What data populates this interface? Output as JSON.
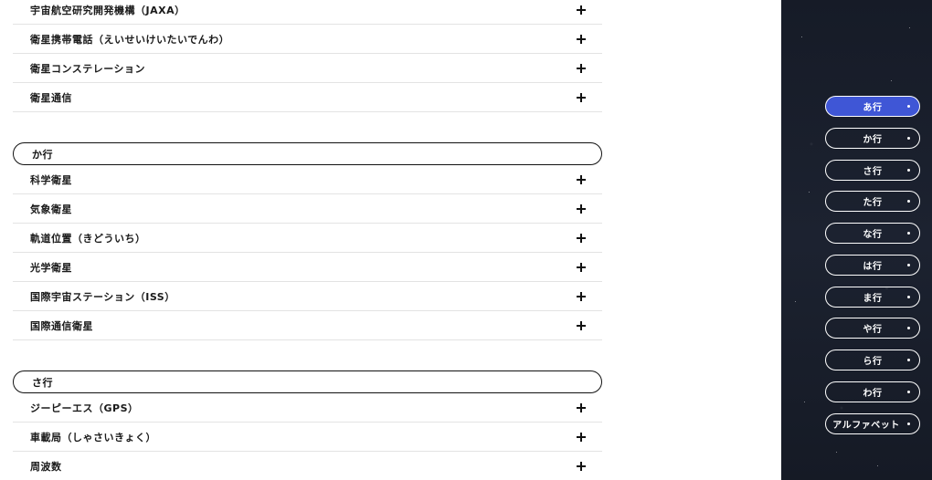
{
  "sections": [
    {
      "heading": "",
      "items": [
        "宇宙航空研究開発機構（JAXA）",
        "衛星携帯電話（えいせいけいたいでんわ）",
        "衛星コンステレーション",
        "衛星通信"
      ]
    },
    {
      "heading": "か行",
      "items": [
        "科学衛星",
        "気象衛星",
        "軌道位置（きどういち）",
        "光学衛星",
        "国際宇宙ステーション（ISS）",
        "国際通信衛星"
      ]
    },
    {
      "heading": "さ行",
      "items": [
        "ジーピーエス（GPS）",
        "車載局（しゃさいきょく）",
        "周波数"
      ]
    }
  ],
  "index_nav": {
    "items": [
      "あ行",
      "か行",
      "さ行",
      "た行",
      "な行",
      "は行",
      "ま行",
      "や行",
      "ら行",
      "わ行",
      "アルファベット"
    ],
    "active": "あ行",
    "colors": {
      "active_fill": "#3f56d6",
      "background": "#1a1f2b",
      "pill_border": "#ffffff"
    }
  }
}
